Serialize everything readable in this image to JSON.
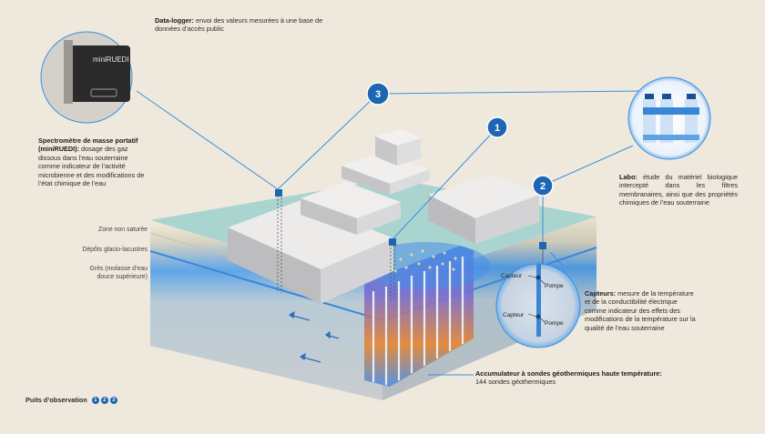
{
  "labels": {
    "datalogger_title": "Data-logger:",
    "datalogger_text": "envoi des valeurs mesurées à une base de données d’accès public",
    "spectro_title": "Spectromètre de masse portatif (miniRUEDI):",
    "spectro_text": "dosage des gaz dissous dans l’eau souterraine comme indicateur de l’activité microbienne et des modifications de l’état chimique de l’eau",
    "labo_title": "Labo:",
    "labo_text": "étude du matériel biologique intercepté dans les filtres membranaires, ainsi que des propriétés chimiques de l’eau souterraine",
    "capteurs_title": "Capteurs:",
    "capteurs_text": "mesure de la température et de la conductibilité électrique comme indicateur des effets des modifications de la température sur la qualité de l’eau souterraine",
    "accu_title": "Accumulateur à sondes géothermiques haute température:",
    "accu_text": "144 sondes géothermiques",
    "puits": "Puits d’observation"
  },
  "layers": [
    "Zone non saturée",
    "Dépôts glacio-lacustres",
    "Grès (molasse d’eau douce supérieure)"
  ],
  "device_label": "miniRUEDI",
  "markers": [
    "1",
    "2",
    "3"
  ],
  "puits_dots": [
    "1",
    "2",
    "3"
  ],
  "detail": {
    "capteur_label": "Capteur",
    "pompe_label": "Pompe"
  },
  "colors": {
    "background": "#efe9dd",
    "marker_blue": "#1c66b3",
    "water_teal": "#a9d4cf",
    "aquifer_blue": "#3d8fe0",
    "heat_orange": "#e8862e"
  }
}
